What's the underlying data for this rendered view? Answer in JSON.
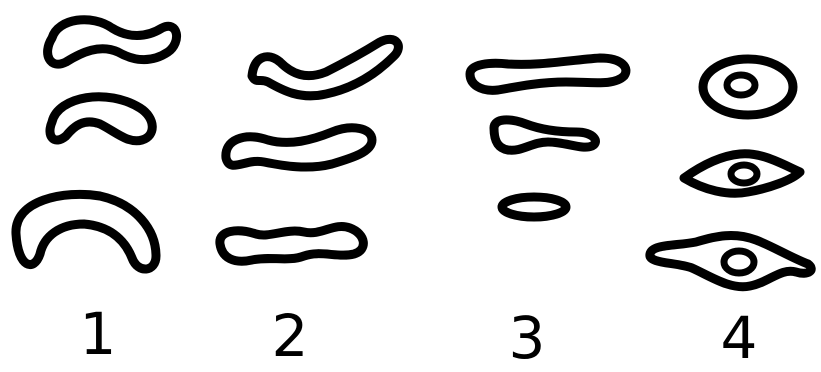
{
  "columns": [
    {
      "label": "1"
    },
    {
      "label": "2"
    },
    {
      "label": "3"
    },
    {
      "label": "4"
    }
  ],
  "colors": {
    "ink": "#000000",
    "background": "#ffffff"
  }
}
